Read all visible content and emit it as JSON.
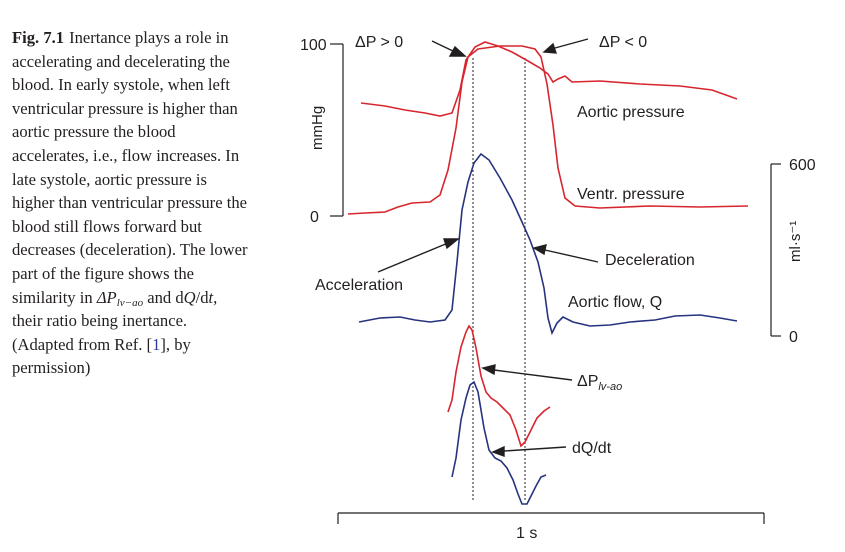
{
  "caption": {
    "label": "Fig. 7.1",
    "text_1": "Inertance plays a role in accelerating and decelerating the blood. In early systole, when left ventricular pressure is higher than aortic pressure the blood accelerates, i.e., flow increases. In late systole, aortic pressure is higher than ventricular pressure the blood still flows forward but decreases (deceleration). The lower part of the figure shows the similarity in ",
    "delta": "ΔP",
    "delta_sub": "lv−ao",
    "text_2": " and d",
    "q_symbol": "Q",
    "text_3": "/d",
    "t_symbol": "t",
    "text_4": ", their ratio being inertance. (Adapted from Ref. [",
    "ref": "1",
    "text_5": "], by permission)"
  },
  "figure": {
    "pressure_axis": {
      "label": "mmHg",
      "ticks": [
        "100",
        "0"
      ]
    },
    "flow_axis": {
      "label": "ml·s⁻¹",
      "ticks": [
        "600",
        "0"
      ]
    },
    "time_axis": {
      "label": "1 s"
    },
    "labels": {
      "dp_pos": "ΔP > 0",
      "dp_neg": "ΔP < 0",
      "aortic_pressure": "Aortic pressure",
      "ventr_pressure": "Ventr. pressure",
      "acceleration": "Acceleration",
      "deceleration": "Deceleration",
      "aortic_flow": "Aortic flow, Q",
      "dp_lvao": "ΔP",
      "dp_lvao_sub": "lv-ao",
      "dqdt": "dQ/dt"
    },
    "colors": {
      "pressure": "#d7262e",
      "flow": "#26347e",
      "ink": "#231f20"
    }
  }
}
